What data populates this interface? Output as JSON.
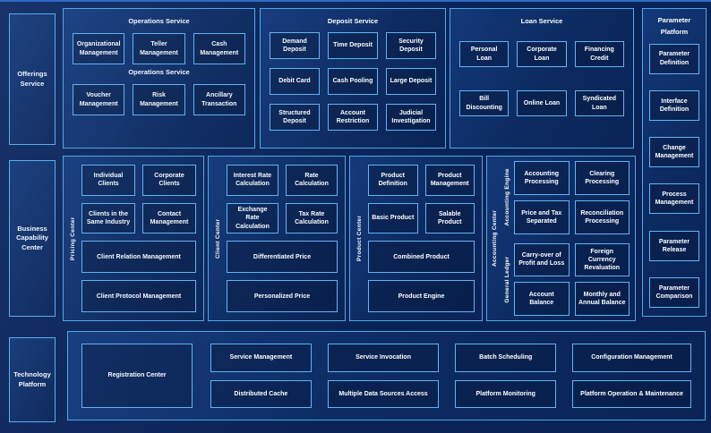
{
  "palette": {
    "background": "#0a2357",
    "panel_border": "#4fa8e8",
    "box_border": "#5fb5f5",
    "text": "#ffffff",
    "top_edge_line": "#2d6cc6"
  },
  "sidebars": {
    "offerings": "Offerings Service",
    "business": "Business Capability Center",
    "technology": "Technology Platform"
  },
  "top": {
    "operations": {
      "title": "Operations Service",
      "subtitle": "Operations Service",
      "row1": [
        "Organizational Management",
        "Teller Management",
        "Cash Management"
      ],
      "row2": [
        "Voucher Management",
        "Risk Management",
        "Ancillary Transaction"
      ]
    },
    "deposit": {
      "title": "Deposit Service",
      "boxes": [
        "Demand Deposit",
        "Time Deposit",
        "Security Deposit",
        "Debit Card",
        "Cash Pooling",
        "Large Deposit",
        "Structured Deposit",
        "Account Restriction",
        "Judicial Investigation"
      ]
    },
    "loan": {
      "title": "Loan Service",
      "boxes": [
        "Personal Loan",
        "Corporate Loan",
        "Financing Credit",
        "Bill Discounting",
        "Online Loan",
        "Syndicated Loan"
      ]
    }
  },
  "parameter_platform": {
    "title": "Parameter Platform",
    "boxes": [
      "Parameter Definition",
      "Interface Definition",
      "Change Management",
      "Process Management",
      "Parameter Release",
      "Parameter Comparison"
    ]
  },
  "centers": {
    "pricing": {
      "label": "Pricing Center",
      "pairs": [
        "Individual Clients",
        "Corporate Clients",
        "Clients in the Same Industry",
        "Contact Management"
      ],
      "wide": [
        "Client Relation Management",
        "Client Protocol Management"
      ]
    },
    "client": {
      "label": "Client Center",
      "pairs": [
        "Interest Rate Calculation",
        "Rate Calculation",
        "Exchange Rate Calculation",
        "Tax Rate Calculation"
      ],
      "wide": [
        "Differentiated Price",
        "Personalized Price"
      ]
    },
    "product": {
      "label": "Product Center",
      "pairs": [
        "Product Definition",
        "Product Management",
        "Basic Product",
        "Salable Product"
      ],
      "wide": [
        "Combined Product",
        "Product Engine"
      ]
    },
    "accounting": {
      "label": "Accounting Center",
      "engine": {
        "label": "Accounting Engine",
        "boxes": [
          "Accounting Processing",
          "Clearing Processing",
          "Price and Tax Separated",
          "Reconciliation Processing"
        ]
      },
      "ledger": {
        "label": "General Ledger",
        "boxes": [
          "Carry-over of Profit and Loss",
          "Foreign Currency Revaluation",
          "Account Balance",
          "Monthly and Annual Balance"
        ]
      }
    }
  },
  "technology": {
    "registration": "Registration Center",
    "row1": [
      "Service Management",
      "Service Invocation",
      "Batch Scheduling",
      "Configuration Management"
    ],
    "row2": [
      "Distributed Cache",
      "Multiple Data Sources Access",
      "Platform Monitoring",
      "Platform Operation & Maintenance"
    ]
  }
}
